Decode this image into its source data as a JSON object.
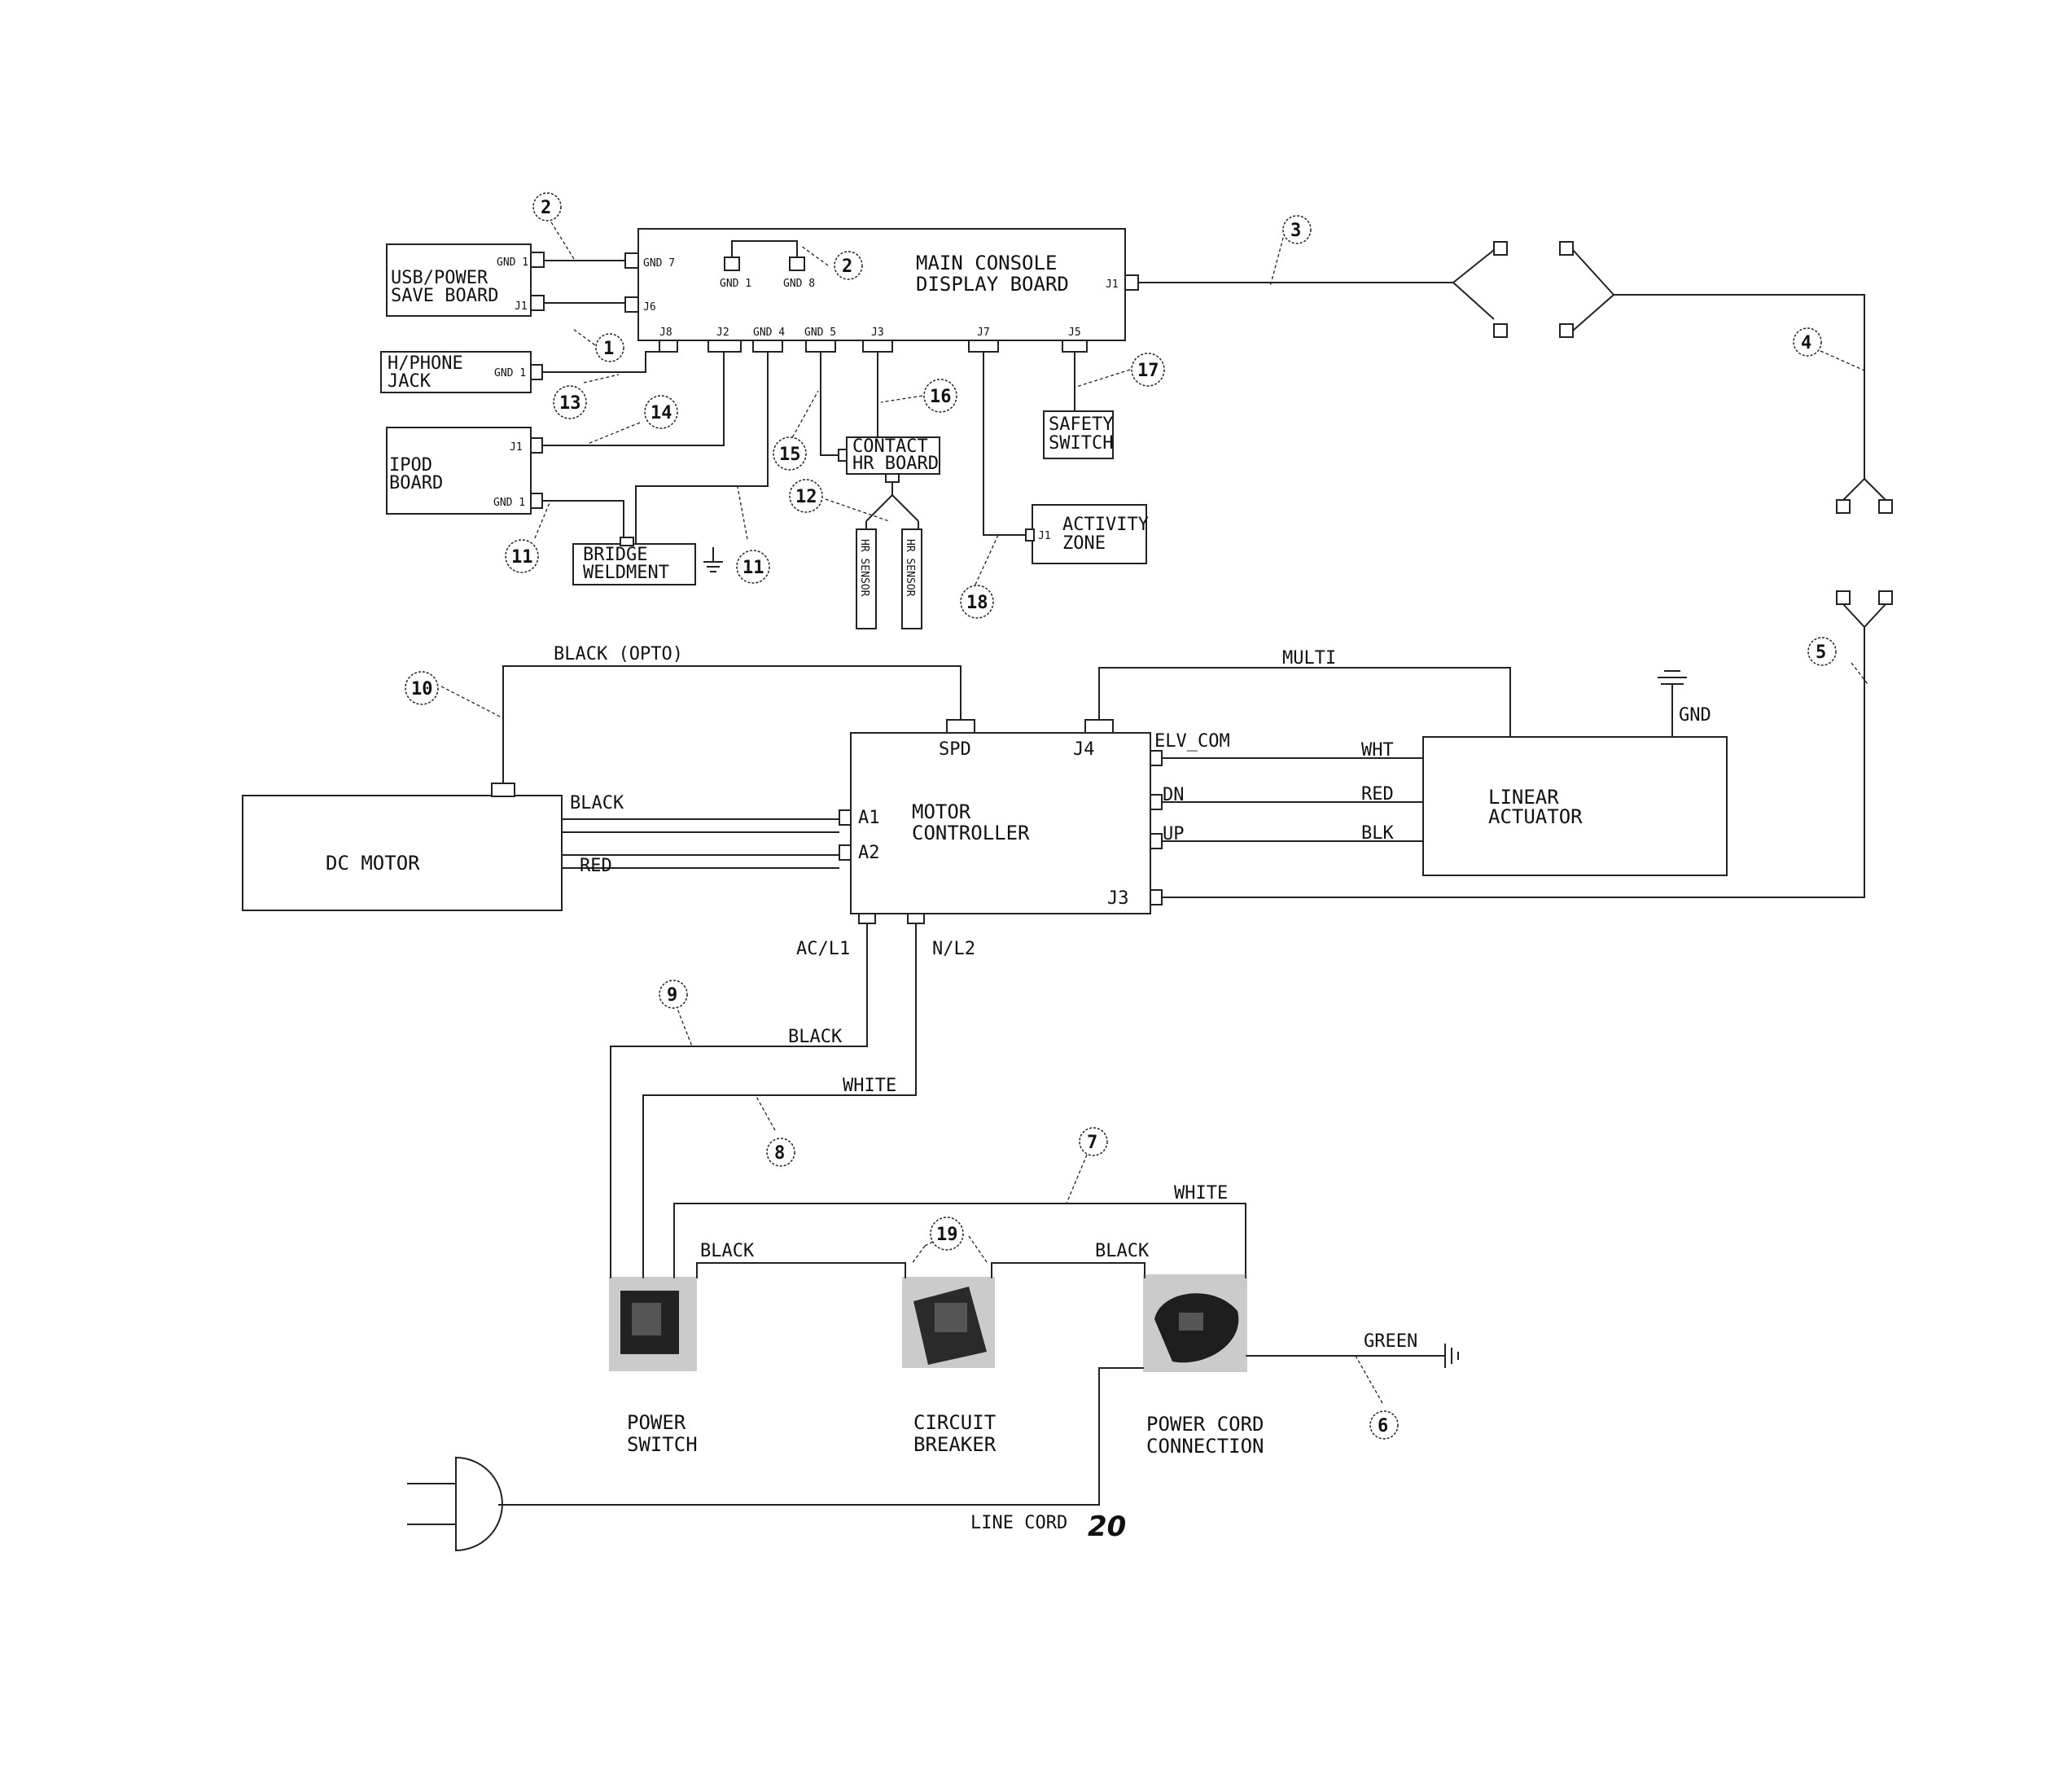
{
  "labels": {
    "main_console": [
      "MAIN CONSOLE",
      "DISPLAY BOARD"
    ],
    "usb_board": [
      "USB/POWER",
      "SAVE BOARD"
    ],
    "hphone": [
      "H/PHONE",
      "JACK"
    ],
    "ipod": [
      "IPOD",
      "BOARD"
    ],
    "bridge": [
      "BRIDGE",
      "WELDMENT"
    ],
    "contact_hr": [
      "CONTACT",
      "HR BOARD"
    ],
    "hr_sensor": "HR SENSOR",
    "safety_switch": [
      "SAFETY",
      "SWITCH"
    ],
    "activity_zone": [
      "ACTIVITY",
      "ZONE"
    ],
    "dc_motor": "DC MOTOR",
    "motor_controller": [
      "MOTOR",
      "CONTROLLER"
    ],
    "linear_actuator": [
      "LINEAR",
      "ACTUATOR"
    ],
    "power_switch": [
      "POWER",
      "SWITCH"
    ],
    "circuit_breaker": [
      "CIRCUIT",
      "BREAKER"
    ],
    "power_cord_connection": [
      "POWER CORD",
      "CONNECTION"
    ],
    "line_cord": "LINE CORD",
    "line_cord_number": "20"
  },
  "pins": {
    "gnd1": "GND 1",
    "j1": "J1",
    "gnd7": "GND 7",
    "j6": "J6",
    "gnd8": "GND 8",
    "j8": "J8",
    "j2": "J2",
    "gnd4": "GND 4",
    "gnd5": "GND 5",
    "j3": "J3",
    "j7": "J7",
    "j5": "J5",
    "spd": "SPD",
    "j4": "J4",
    "elv_com": "ELV_COM",
    "dn": "DN",
    "up": "UP",
    "j3_mc": "J3",
    "a1": "A1",
    "a2": "A2",
    "acl1": "AC/L1",
    "nl2": "N/L2",
    "gnd": "GND"
  },
  "wires": {
    "black_opto": "BLACK (OPTO)",
    "multi": "MULTI",
    "black": "BLACK",
    "red": "RED",
    "wht": "WHT",
    "red2": "RED",
    "blk": "BLK",
    "white": "WHITE",
    "green": "GREEN"
  },
  "callouts": [
    "1",
    "2",
    "3",
    "4",
    "5",
    "6",
    "7",
    "8",
    "9",
    "10",
    "11",
    "12",
    "13",
    "14",
    "15",
    "16",
    "17",
    "18",
    "19"
  ]
}
